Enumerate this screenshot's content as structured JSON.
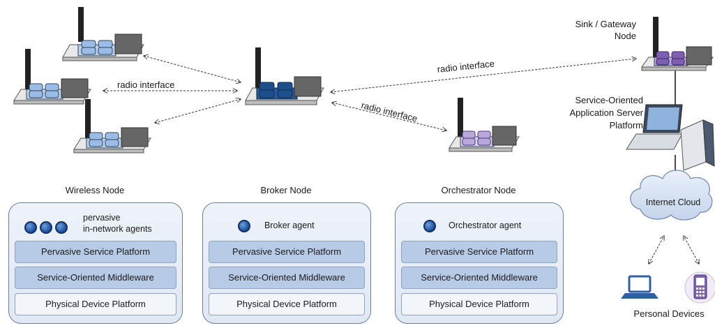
{
  "labels": {
    "radio1": "radio interface",
    "radio2": "radio interface",
    "radio3": "radio interface",
    "sink_line1": "Sink / Gateway",
    "sink_line2": "Node",
    "server_line1": "Service-Oriented",
    "server_line2": "Application Server",
    "server_line3": "Platform",
    "internet": "Internet Cloud",
    "personal": "Personal Devices"
  },
  "stacks": [
    {
      "title": "Wireless Node",
      "agent_dots": 3,
      "agent_line1": "pervasive",
      "agent_line2": "in-network agents",
      "layers": [
        "Pervasive Service Platform",
        "Service-Oriented Middleware",
        "Physical Device Platform"
      ]
    },
    {
      "title": "Broker Node",
      "agent_dots": 1,
      "agent_line1": "Broker agent",
      "layers": [
        "Pervasive Service Platform",
        "Service-Oriented Middleware",
        "Physical Device Platform"
      ]
    },
    {
      "title": "Orchestrator Node",
      "agent_dots": 1,
      "agent_line1": "Orchestrator agent",
      "layers": [
        "Pervasive Service Platform",
        "Service-Oriented Middleware",
        "Physical Device Platform"
      ]
    }
  ],
  "colors": {
    "wireless_node": "#9bbce6",
    "broker_node": "#1f4e8c",
    "orchestrator_node": "#b9a8dc",
    "sink_node": "#7e5fb0",
    "layer_blue": "#b7cbe6",
    "cloud": "#d6e1f1"
  },
  "icons": [
    "radio-antenna-icon",
    "laptop-icon",
    "server-icon",
    "cloud-icon",
    "mobile-phone-icon"
  ]
}
